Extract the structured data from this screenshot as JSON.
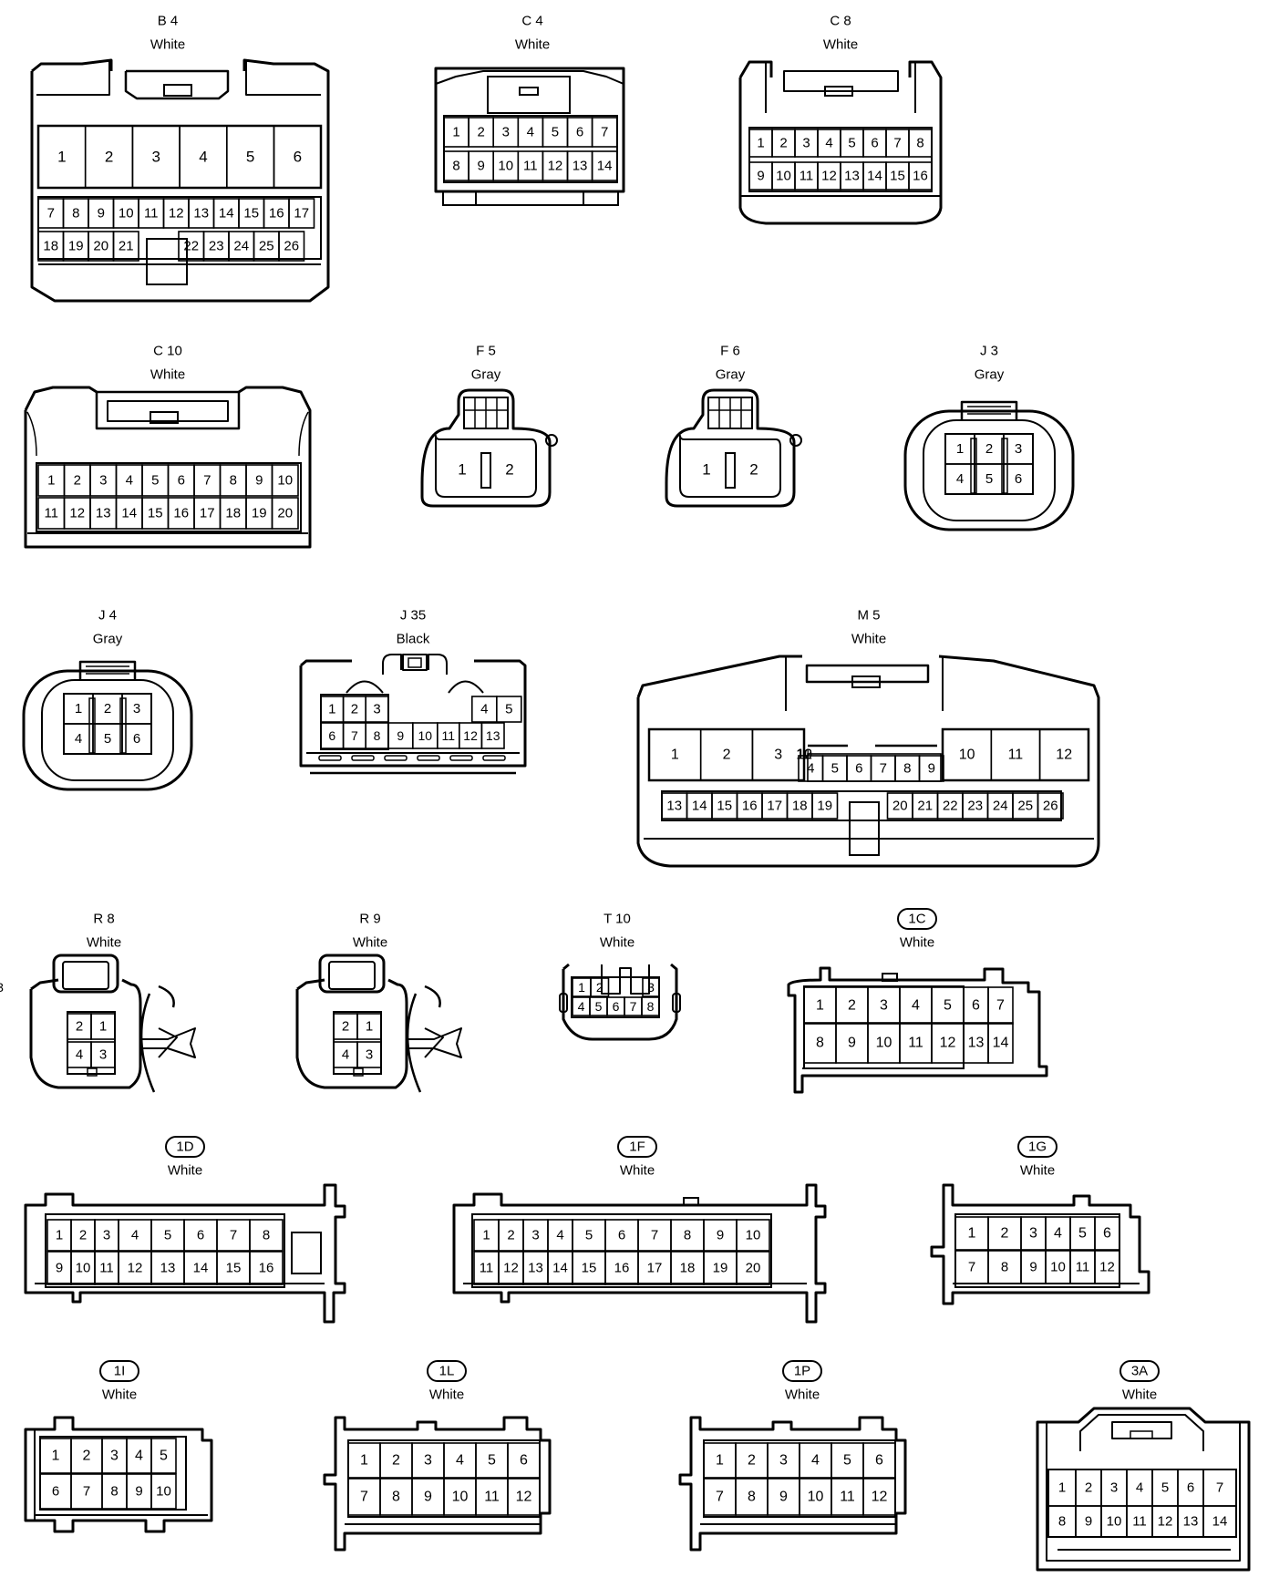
{
  "connectors": [
    {
      "id": "B4",
      "code": "B 4",
      "color": "White",
      "tag": false,
      "rows": [
        [
          "1",
          "2",
          "3",
          "4",
          "5",
          "6"
        ],
        [
          "7",
          "8",
          "9",
          "10",
          "11",
          "12",
          "13",
          "14",
          "15",
          "16",
          "17"
        ],
        [
          "18",
          "19",
          "20",
          "21",
          "",
          "22",
          "23",
          "24",
          "25",
          "26"
        ]
      ]
    },
    {
      "id": "C4",
      "code": "C 4",
      "color": "White",
      "tag": false,
      "rows": [
        [
          "1",
          "2",
          "3",
          "4",
          "5",
          "6",
          "7"
        ],
        [
          "8",
          "9",
          "10",
          "11",
          "12",
          "13",
          "14"
        ]
      ]
    },
    {
      "id": "C8",
      "code": "C 8",
      "color": "White",
      "tag": false,
      "rows": [
        [
          "1",
          "2",
          "3",
          "4",
          "5",
          "6",
          "7",
          "8"
        ],
        [
          "9",
          "10",
          "11",
          "12",
          "13",
          "14",
          "15",
          "16"
        ]
      ]
    },
    {
      "id": "C10",
      "code": "C 10",
      "color": "White",
      "tag": false,
      "rows": [
        [
          "1",
          "2",
          "3",
          "4",
          "5",
          "6",
          "7",
          "8",
          "9",
          "10"
        ],
        [
          "11",
          "12",
          "13",
          "14",
          "15",
          "16",
          "17",
          "18",
          "19",
          "20"
        ]
      ]
    },
    {
      "id": "F5",
      "code": "F 5",
      "color": "Gray",
      "tag": false,
      "rows": [
        [
          "1",
          "2"
        ]
      ]
    },
    {
      "id": "F6",
      "code": "F 6",
      "color": "Gray",
      "tag": false,
      "rows": [
        [
          "1",
          "2"
        ]
      ]
    },
    {
      "id": "J3",
      "code": "J 3",
      "color": "Gray",
      "tag": false,
      "rows": [
        [
          "1",
          "2",
          "3"
        ],
        [
          "4",
          "5",
          "6"
        ]
      ]
    },
    {
      "id": "J4",
      "code": "J 4",
      "color": "Gray",
      "tag": false,
      "rows": [
        [
          "1",
          "2",
          "3"
        ],
        [
          "4",
          "5",
          "6"
        ]
      ]
    },
    {
      "id": "J35",
      "code": "J 35",
      "color": "Black",
      "tag": false,
      "rows": [
        [
          "1",
          "2",
          "3",
          "",
          "4",
          "5"
        ],
        [
          "6",
          "7",
          "8",
          "9",
          "10",
          "11",
          "12",
          "13"
        ]
      ]
    },
    {
      "id": "M5",
      "code": "M 5",
      "color": "White",
      "tag": false,
      "rows": [
        [
          "1",
          "2",
          "3",
          "10",
          "11",
          "12"
        ],
        [
          "4",
          "5",
          "6",
          "7",
          "8",
          "9"
        ],
        [
          "13",
          "14",
          "15",
          "16",
          "17",
          "18",
          "19",
          "",
          "20",
          "21",
          "22",
          "23",
          "24",
          "25",
          "26"
        ]
      ]
    },
    {
      "id": "R8",
      "code": "R 8",
      "color": "White",
      "tag": false,
      "rows": [
        [
          "2",
          "1"
        ],
        [
          "4",
          "3"
        ]
      ]
    },
    {
      "id": "R9",
      "code": "R 9",
      "color": "White",
      "tag": false,
      "rows": [
        [
          "2",
          "1"
        ],
        [
          "4",
          "3"
        ]
      ]
    },
    {
      "id": "T10",
      "code": "T 10",
      "color": "White",
      "tag": false,
      "rows": [
        [
          "1",
          "2",
          "3"
        ],
        [
          "4",
          "5",
          "6",
          "7",
          "8"
        ]
      ]
    },
    {
      "id": "1C",
      "code": "1C",
      "color": "White",
      "tag": true,
      "rows": [
        [
          "1",
          "2",
          "3",
          "4",
          "5",
          "6",
          "7"
        ],
        [
          "8",
          "9",
          "10",
          "11",
          "12",
          "13",
          "14"
        ]
      ]
    },
    {
      "id": "1D",
      "code": "1D",
      "color": "White",
      "tag": true,
      "rows": [
        [
          "1",
          "2",
          "3",
          "4",
          "5",
          "6",
          "7",
          "8"
        ],
        [
          "9",
          "10",
          "11",
          "12",
          "13",
          "14",
          "15",
          "16"
        ]
      ]
    },
    {
      "id": "1F",
      "code": "1F",
      "color": "White",
      "tag": true,
      "rows": [
        [
          "1",
          "2",
          "3",
          "4",
          "5",
          "6",
          "7",
          "8",
          "9",
          "10"
        ],
        [
          "11",
          "12",
          "13",
          "14",
          "15",
          "16",
          "17",
          "18",
          "19",
          "20"
        ]
      ]
    },
    {
      "id": "1G",
      "code": "1G",
      "color": "White",
      "tag": true,
      "rows": [
        [
          "1",
          "2",
          "3",
          "4",
          "5",
          "6"
        ],
        [
          "7",
          "8",
          "9",
          "10",
          "11",
          "12"
        ]
      ]
    },
    {
      "id": "1I",
      "code": "1I",
      "color": "White",
      "tag": true,
      "rows": [
        [
          "1",
          "2",
          "3",
          "4",
          "5"
        ],
        [
          "6",
          "7",
          "8",
          "9",
          "10"
        ]
      ]
    },
    {
      "id": "1L",
      "code": "1L",
      "color": "White",
      "tag": true,
      "rows": [
        [
          "1",
          "2",
          "3",
          "4",
          "5",
          "6"
        ],
        [
          "7",
          "8",
          "9",
          "10",
          "11",
          "12"
        ]
      ]
    },
    {
      "id": "1P",
      "code": "1P",
      "color": "White",
      "tag": true,
      "rows": [
        [
          "1",
          "2",
          "3",
          "4",
          "5",
          "6"
        ],
        [
          "7",
          "8",
          "9",
          "10",
          "11",
          "12"
        ]
      ]
    },
    {
      "id": "3A",
      "code": "3A",
      "color": "White",
      "tag": true,
      "rows": [
        [
          "1",
          "2",
          "3",
          "4",
          "5",
          "6",
          "7"
        ],
        [
          "8",
          "9",
          "10",
          "11",
          "12",
          "13",
          "14"
        ]
      ]
    }
  ]
}
